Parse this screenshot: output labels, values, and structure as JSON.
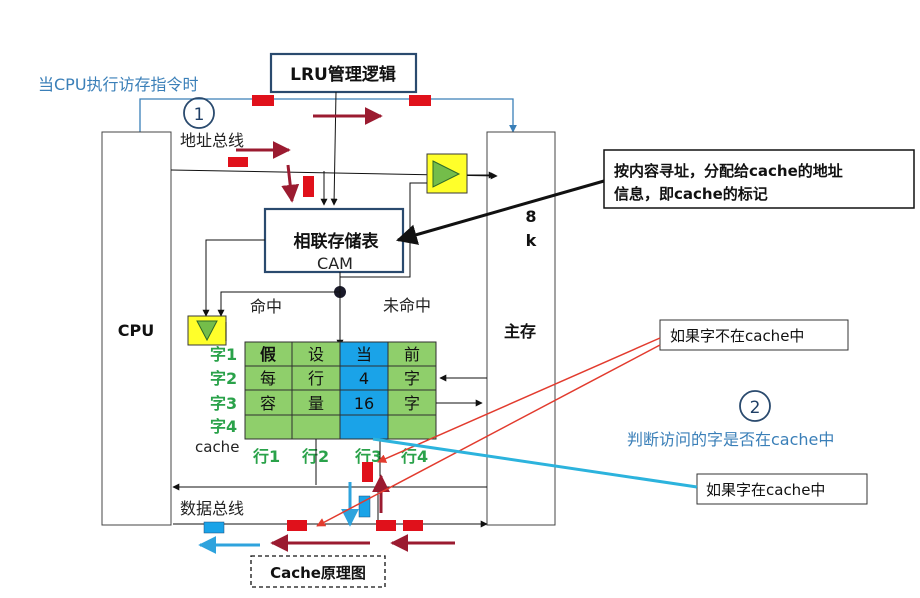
{
  "header": {
    "when_cpu_executes": "当CPU执行访存指令时"
  },
  "markers": {
    "one": "1",
    "two": "2"
  },
  "lru": {
    "label": "LRU管理逻辑"
  },
  "cpu": {
    "label": "CPU"
  },
  "main_memory": {
    "label": "主存",
    "size_line1": "8",
    "size_line2": "k"
  },
  "address_bus": {
    "label": "地址总线"
  },
  "data_bus": {
    "label": "数据总线"
  },
  "cam": {
    "label": "相联存储表",
    "sub": "CAM"
  },
  "hit": {
    "label": "命中"
  },
  "miss": {
    "label": "未命中"
  },
  "callouts": {
    "content_addressing": [
      "按内容寻址，分配给cache的地址",
      "信息，即cache的标记"
    ],
    "not_in_cache": "如果字不在cache中",
    "in_cache": "如果字在cache中",
    "judge": "判断访问的字是否在cache中"
  },
  "cache": {
    "label": "cache",
    "word_labels": [
      "字1",
      "字2",
      "字3",
      "字4"
    ],
    "line_labels": [
      "行1",
      "行2",
      "行3",
      "行4"
    ],
    "cells": [
      [
        "假",
        "设",
        "当",
        "前"
      ],
      [
        "每",
        "行",
        "4",
        "字"
      ],
      [
        "容",
        "量",
        "16",
        "字"
      ],
      [
        "",
        "",
        "",
        ""
      ]
    ]
  },
  "title": {
    "label": "Cache原理图"
  },
  "colors": {
    "accent_blue": "#3a7fb8",
    "label_green": "#2aa24a",
    "cell_green": "#8fcf6b",
    "cell_blue": "#1aa3e8",
    "bus_red": "#e0111b",
    "arrow_maroon": "#9b1b30",
    "box_navy": "#1f3f66",
    "callout_red": "#e23b2e",
    "callout_cyan": "#2cb3dd"
  }
}
